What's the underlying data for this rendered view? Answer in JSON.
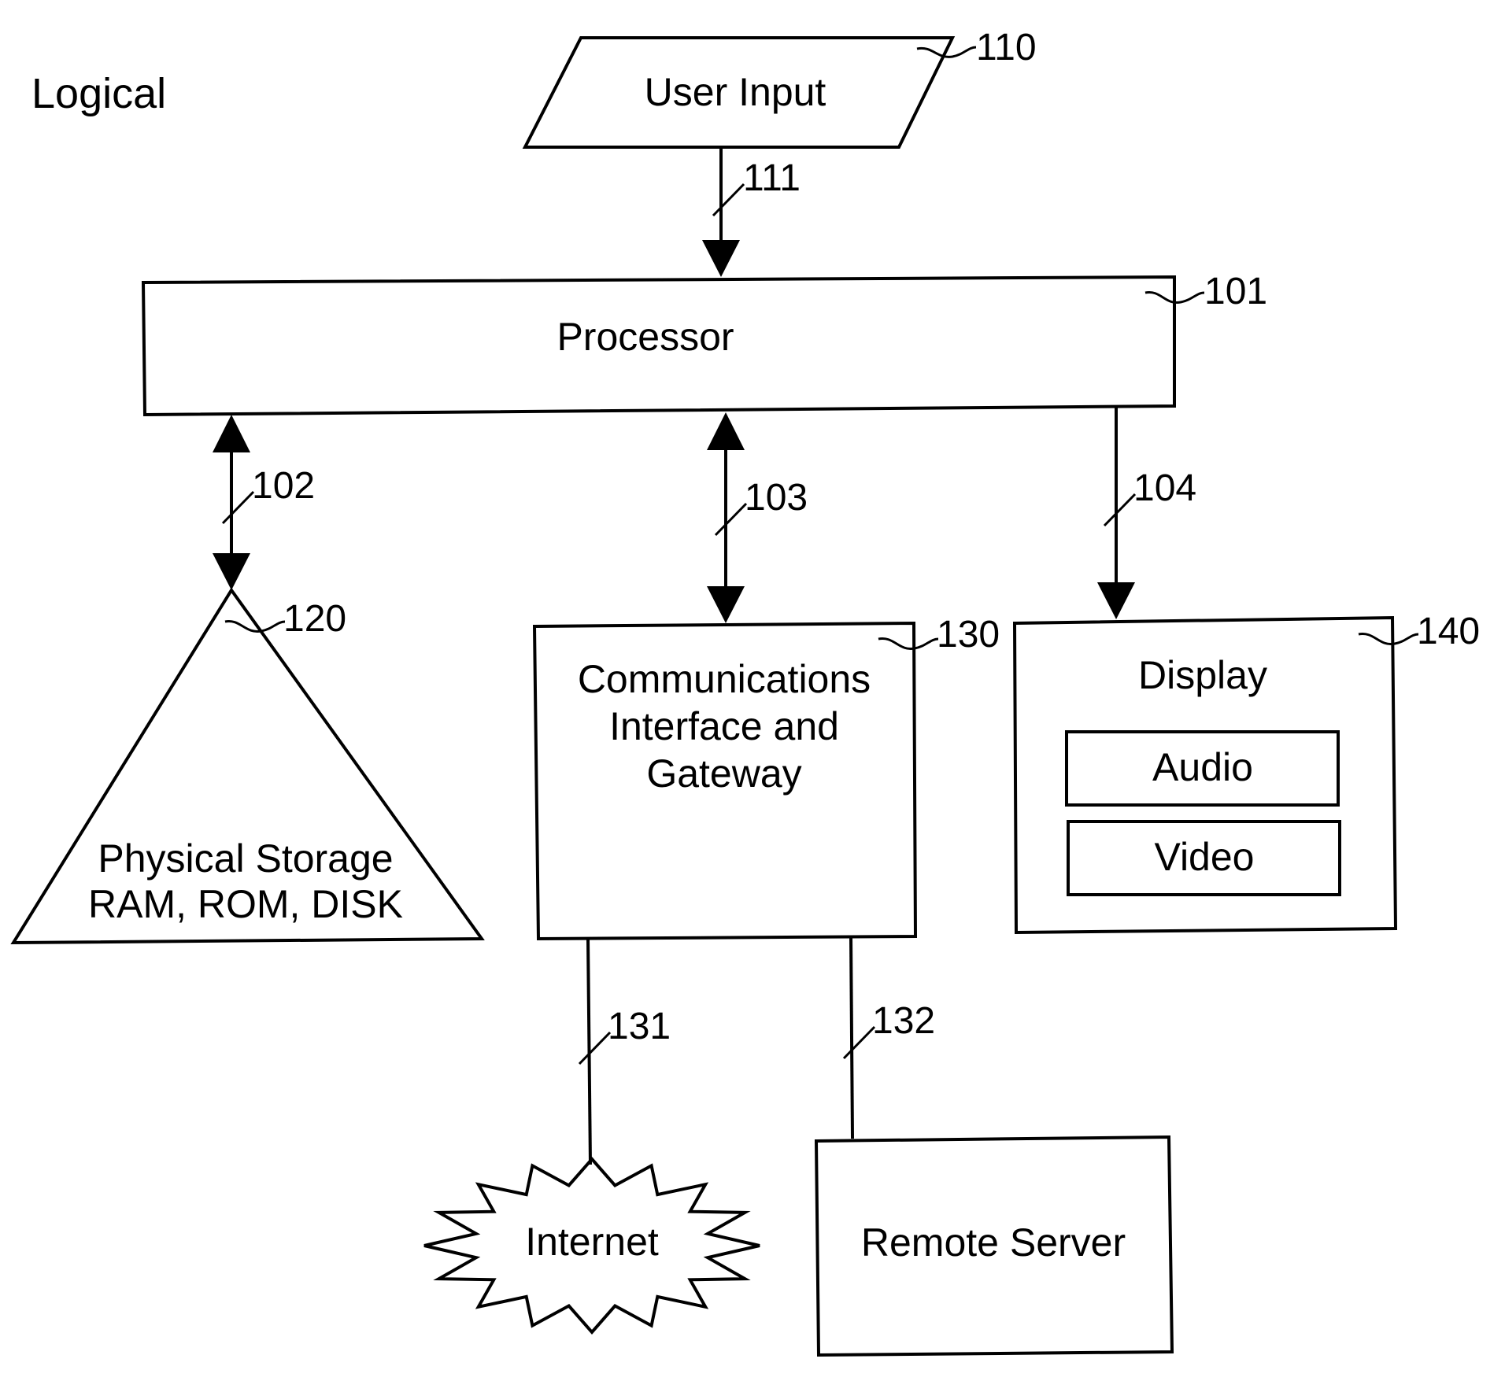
{
  "diagram": {
    "title": "Logical",
    "nodes": {
      "user_input": {
        "label": "User Input",
        "ref": "110"
      },
      "processor": {
        "label": "Processor",
        "ref": "101"
      },
      "storage": {
        "line1": "Physical Storage",
        "line2": "RAM, ROM, DISK",
        "ref": "120"
      },
      "comms": {
        "line1": "Communications",
        "line2": "Interface and",
        "line3": "Gateway",
        "ref": "130"
      },
      "display": {
        "label": "Display",
        "ref": "140",
        "audio": "Audio",
        "video": "Video"
      },
      "internet": {
        "label": "Internet"
      },
      "remote_server": {
        "label": "Remote Server"
      }
    },
    "connections": {
      "user_to_processor": "111",
      "processor_storage": "102",
      "processor_comms": "103",
      "processor_display": "104",
      "comms_internet": "131",
      "comms_server": "132"
    }
  }
}
